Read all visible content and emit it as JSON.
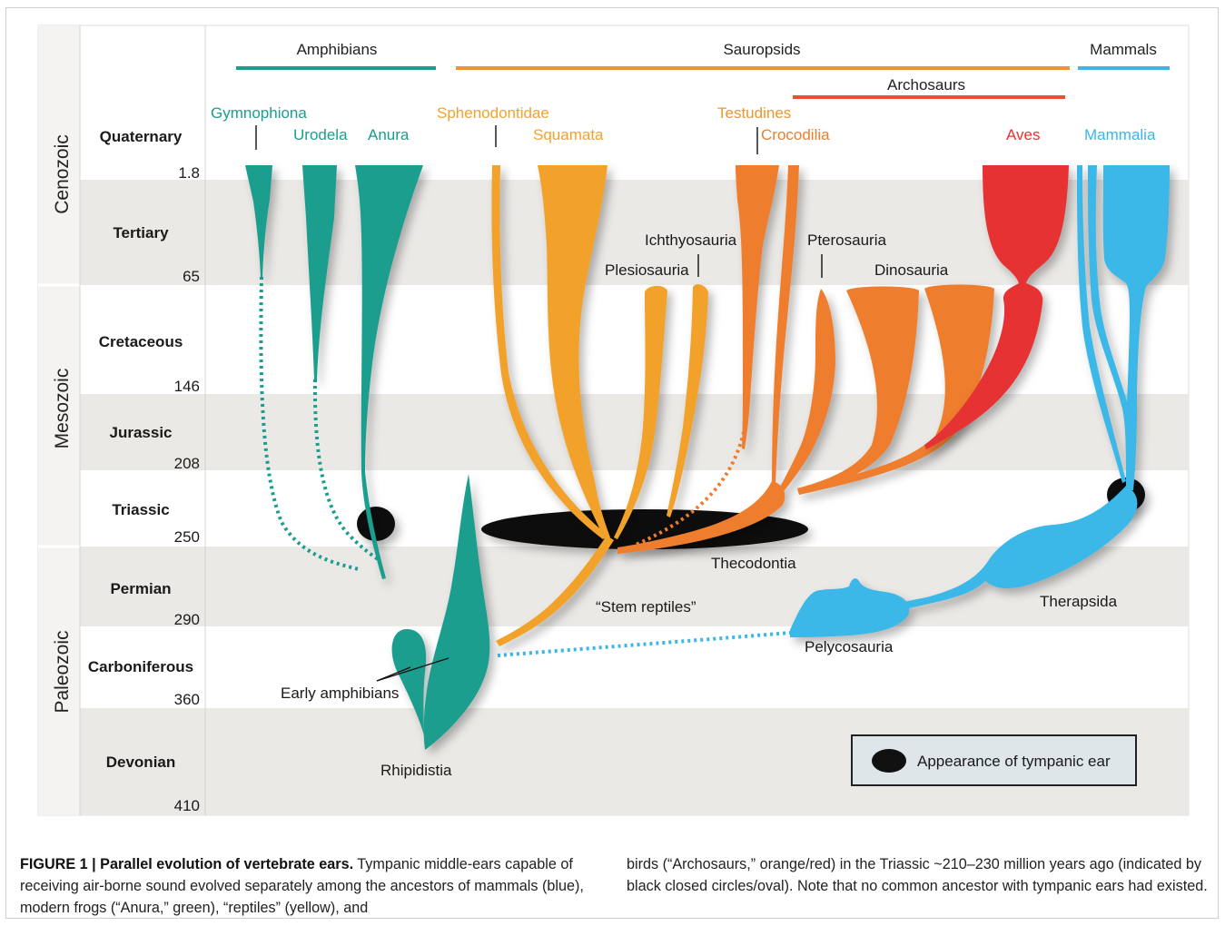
{
  "eras": [
    "Cenozoic",
    "Mesozoic",
    "Paleozoic"
  ],
  "periods": [
    "Quaternary",
    "Tertiary",
    "Cretaceous",
    "Jurassic",
    "Triassic",
    "Permian",
    "Carboniferous",
    "Devonian"
  ],
  "ages": [
    "1.8",
    "65",
    "146",
    "208",
    "250",
    "290",
    "360",
    "410"
  ],
  "groups": {
    "amphibians": "Amphibians",
    "sauropsids": "Sauropsids",
    "mammals": "Mammals",
    "archosaurs": "Archosaurs"
  },
  "taxa": {
    "gymnophiona": "Gymnophiona",
    "urodela": "Urodela",
    "anura": "Anura",
    "sphenodontidae": "Sphenodontidae",
    "squamata": "Squamata",
    "testudines": "Testudines",
    "crocodilia": "Crocodilia",
    "aves": "Aves",
    "mammalia": "Mammalia",
    "ichthyosauria": "Ichthyosauria",
    "plesiosauria": "Plesiosauria",
    "pterosauria": "Pterosauria",
    "dinosauria": "Dinosauria",
    "thecodontia": "Thecodontia",
    "stem_reptiles": "“Stem reptiles”",
    "therapsida": "Therapsida",
    "pelycosauria": "Pelycosauria",
    "early_amphibians": "Early amphibians",
    "rhipidistia": "Rhipidistia"
  },
  "legend": {
    "label": "Appearance of tympanic ear"
  },
  "colors": {
    "amphibian": "#1a9e8f",
    "reptile": "#f2a22c",
    "archosaur": "#ee7d2f",
    "bird": "#e63330",
    "mammal": "#3ab7e8",
    "band": "#ebe9e6"
  },
  "caption": {
    "title": "FIGURE 1 | Parallel evolution of vertebrate ears.",
    "left_text": "Tympanic middle-ears capable of receiving air-borne sound evolved separately among the ancestors of mammals (blue), modern frogs (“Anura,” green), “reptiles” (yellow), and",
    "right_text": "birds (“Archosaurs,” orange/red) in the Triassic ~210–230 million years ago (indicated by black closed circles/oval). Note that no common ancestor with tympanic ears had existed."
  }
}
